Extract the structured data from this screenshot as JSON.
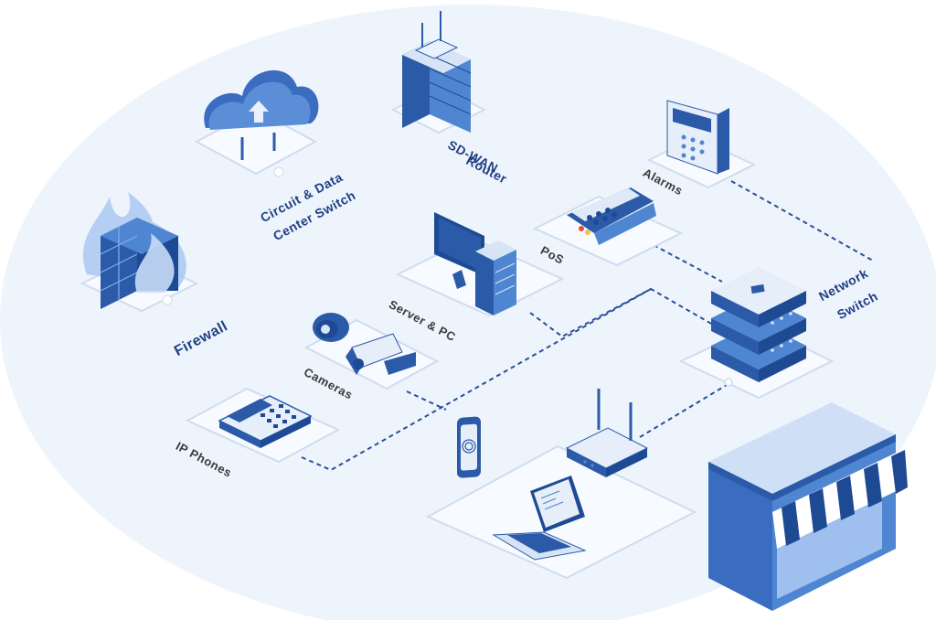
{
  "diagram": {
    "nodes": {
      "circuit_switch": {
        "label_line1": "Circuit & Data",
        "label_line2": "Center Switch",
        "icon": "cloud-icon"
      },
      "sdwan_router": {
        "label_line1": "SD-WAN",
        "label_line2": "Router",
        "icon": "server-rack-icon"
      },
      "alarms": {
        "label": "Alarms",
        "icon": "alarm-panel-icon"
      },
      "pos": {
        "label": "PoS",
        "icon": "payment-terminal-icon"
      },
      "firewall": {
        "label": "Firewall",
        "icon": "firewall-icon"
      },
      "server_pc": {
        "label": "Server & PC",
        "icon": "monitor-server-icon"
      },
      "network_switch": {
        "label_line1": "Network",
        "label_line2": "Switch",
        "icon": "network-switch-icon"
      },
      "cameras": {
        "label": "Cameras",
        "icon": "camera-icon"
      },
      "ip_phones": {
        "label": "IP Phones",
        "icon": "desk-phone-icon"
      },
      "wifi_router": {
        "icon": "wifi-router-icon"
      },
      "phone": {
        "icon": "fingerprint-phone-icon"
      },
      "laptop": {
        "icon": "laptop-icon"
      },
      "store": {
        "icon": "storefront-icon"
      }
    },
    "colors": {
      "background": "#eef4fb",
      "primary": "#2b5ba8",
      "light": "#d6e4f5",
      "accent": "#4f86d1",
      "label": "#1f3f86",
      "dashed_link": "#2a4f99",
      "wifi_link": "#6cbf3c"
    }
  }
}
